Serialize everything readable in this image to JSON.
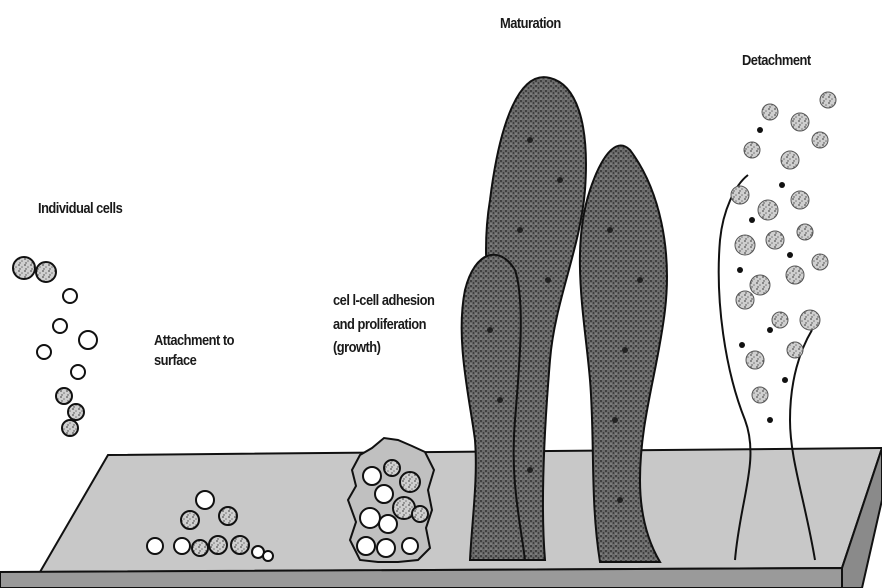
{
  "stages": {
    "individual_cells": "Individual cells",
    "attachment_line1": "Attachment to",
    "attachment_line2": "surface",
    "adhesion_line1": "cel l-cell adhesion",
    "adhesion_line2": "and proliferation",
    "adhesion_line3": "(growth)",
    "maturation": "Maturation",
    "detachment": "Detachment"
  }
}
